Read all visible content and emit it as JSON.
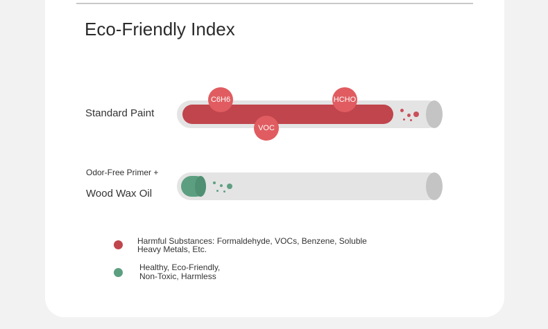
{
  "title": "Eco-Friendly Index",
  "rows": {
    "standard": {
      "label": "Standard Paint",
      "badges": [
        "C6H6",
        "HCHO",
        "VOC"
      ]
    },
    "odor_free": {
      "label_line1": "Odor-Free Primer +",
      "label_line2": "Wood Wax Oil"
    }
  },
  "legend": [
    {
      "color": "#c0454c",
      "line1": "Harmful Substances: Formaldehyde, VOCs, Benzene, Soluble",
      "line2": "Heavy Metals, Etc."
    },
    {
      "color": "#5c9f80",
      "line1": "Healthy, Eco-Friendly,",
      "line2": "Non-Toxic, Harmless"
    }
  ],
  "colors": {
    "harmful": "#c0454c",
    "badge": "#e05c60",
    "healthy": "#5c9f80",
    "tube": "#e4e4e4"
  }
}
